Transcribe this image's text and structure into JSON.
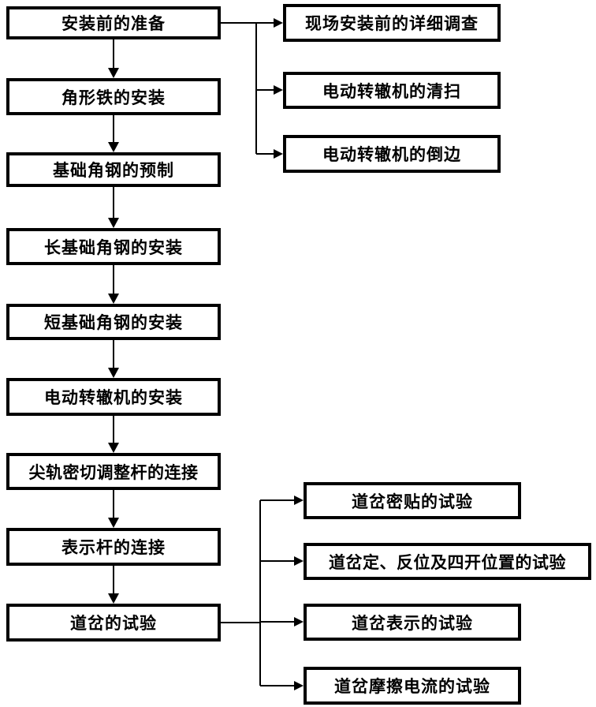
{
  "diagram": {
    "kind": "flowchart",
    "language": "zh-CN",
    "colors": {
      "background": "#ffffff",
      "box_fill": "#ffffff",
      "box_border": "#000000",
      "text": "#000000",
      "arrow": "#000000"
    },
    "main_steps": [
      {
        "label": "安装前的准备"
      },
      {
        "label": "角形铁的安装"
      },
      {
        "label": "基础角钢的预制"
      },
      {
        "label": "长基础角钢的安装"
      },
      {
        "label": "短基础角钢的安装"
      },
      {
        "label": "电动转辙机的安装"
      },
      {
        "label": "尖轨密切调整杆的连接"
      },
      {
        "label": "表示杆的连接"
      },
      {
        "label": "道岔的试验"
      }
    ],
    "prep_substeps": [
      {
        "label": "现场安装前的详细调查"
      },
      {
        "label": "电动转辙机的清扫"
      },
      {
        "label": "电动转辙机的倒边"
      }
    ],
    "test_substeps": [
      {
        "label": "道岔密贴的试验"
      },
      {
        "label": "道岔定、反位及四开位置的试验"
      },
      {
        "label": "道岔表示的试验"
      },
      {
        "label": "道岔摩擦电流的试验"
      }
    ]
  }
}
